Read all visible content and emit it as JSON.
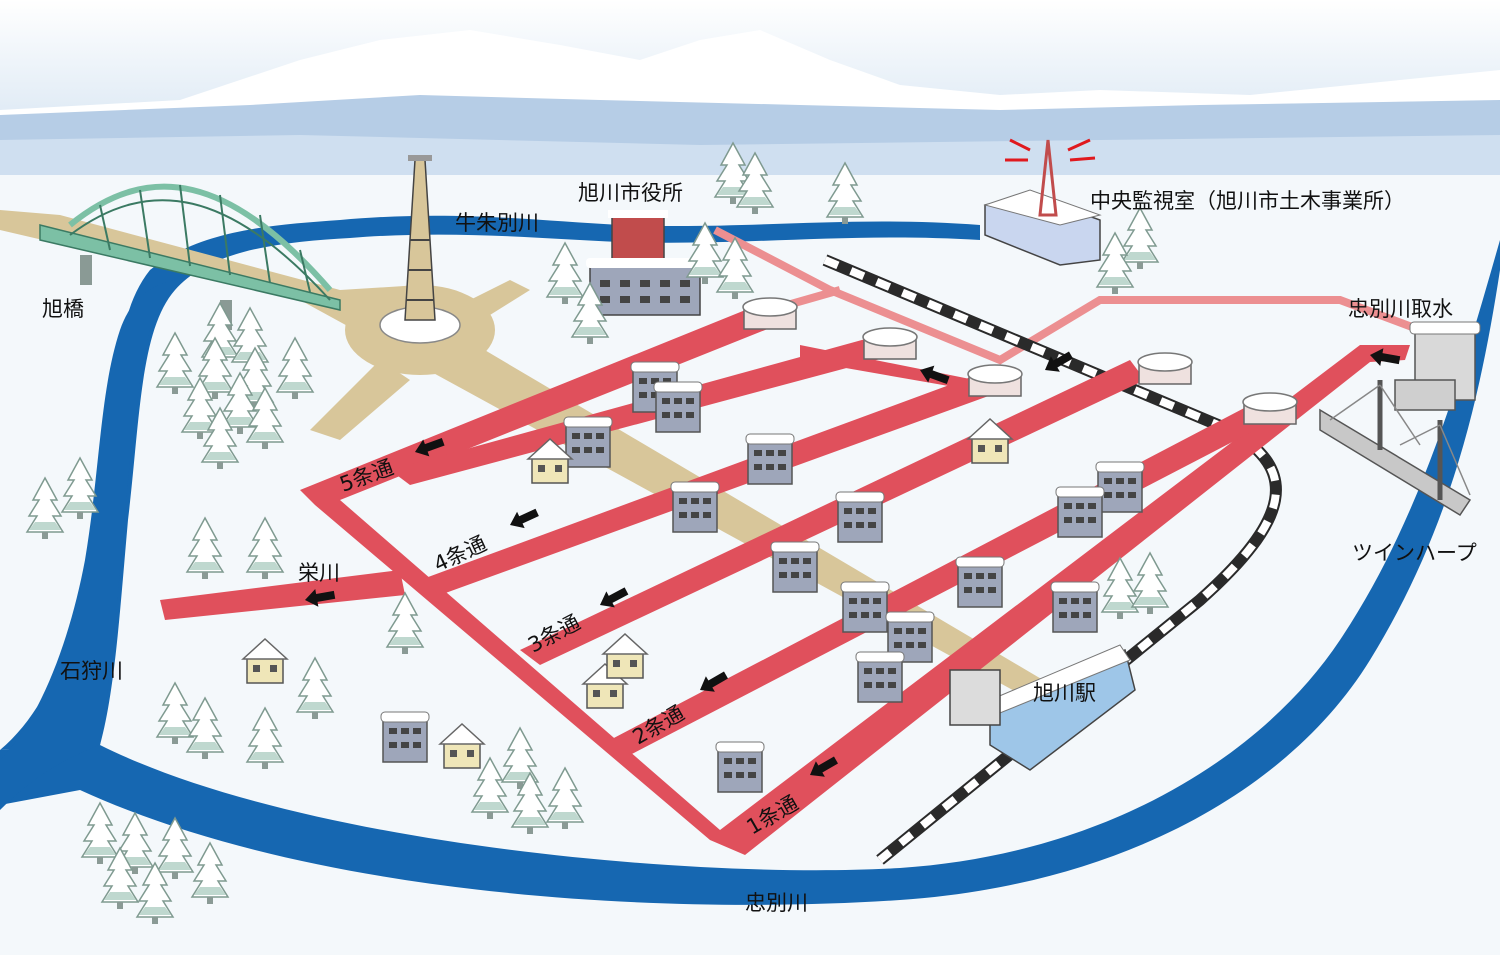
{
  "labels": {
    "asahi_bridge": "旭橋",
    "ushishubetsu_river": "牛朱別川",
    "city_hall": "旭川市役所",
    "control_room": "中央監視室（旭川市土木事業所）",
    "chubetsu_intake": "忠別川取水",
    "twin_harp": "ツインハープ",
    "sakae_river": "栄川",
    "ishikari_river": "石狩川",
    "asahikawa_station": "旭川駅",
    "chubetsu_river": "忠別川"
  },
  "streets": [
    {
      "label": "5条通"
    },
    {
      "label": "4条通"
    },
    {
      "label": "3条通"
    },
    {
      "label": "2条通"
    },
    {
      "label": "1条通"
    }
  ],
  "colors": {
    "sky": "#c9dcee",
    "snow_ground": "#f4f8fb",
    "river": "#1667b1",
    "snow_melt_pipe": "#e0505c",
    "pipe_light": "#ec8f91",
    "road_tan": "#d8c69a",
    "bridge_green": "#7cc0a5",
    "rail_dark": "#2a2a2a"
  }
}
